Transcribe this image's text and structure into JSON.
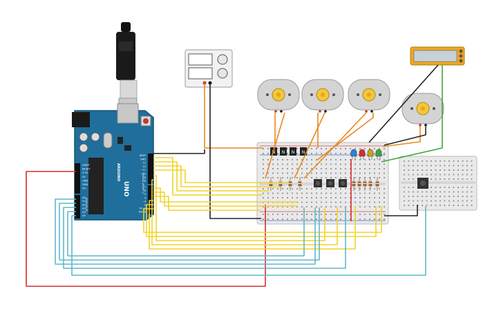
{
  "arduino": {
    "brand": "ARDUINO",
    "model": "UNO",
    "header_digital_label": "DIGITAL (PWM~)",
    "header_analog_label": "ANALOG IN",
    "power_labels": [
      "IOREF",
      "RESET",
      "3.3V",
      "5V",
      "GND",
      "GND",
      "Vin"
    ],
    "analog_labels": [
      "A0",
      "A1",
      "A2",
      "A3",
      "A4",
      "A5"
    ],
    "aref_labels": [
      "AREF",
      "GND",
      "13",
      "12",
      "~11",
      "~10",
      "~9",
      "8"
    ],
    "digital_labels": [
      "7",
      "~6",
      "~5",
      "4",
      "~3",
      "2",
      "TX→1",
      "RX←0"
    ]
  },
  "transistors": {
    "label": "N",
    "count": 4
  },
  "colors": {
    "board_blue": "#1f6e9c",
    "wire_yellow": "#f2d329",
    "wire_orange": "#e8891d",
    "wire_red": "#d32f2f",
    "wire_cyan": "#5fb7c9",
    "wire_green": "#3aa83a",
    "wire_black": "#222222",
    "lcd_frame": "#f0a51e",
    "breadboard": "#e9e9e9"
  },
  "icons": [
    "usb-plug-icon",
    "dc-motor-icon",
    "lcd-display-icon",
    "power-supply-icon",
    "led-icon",
    "pushbutton-icon",
    "resistor-icon",
    "transistor-icon"
  ]
}
